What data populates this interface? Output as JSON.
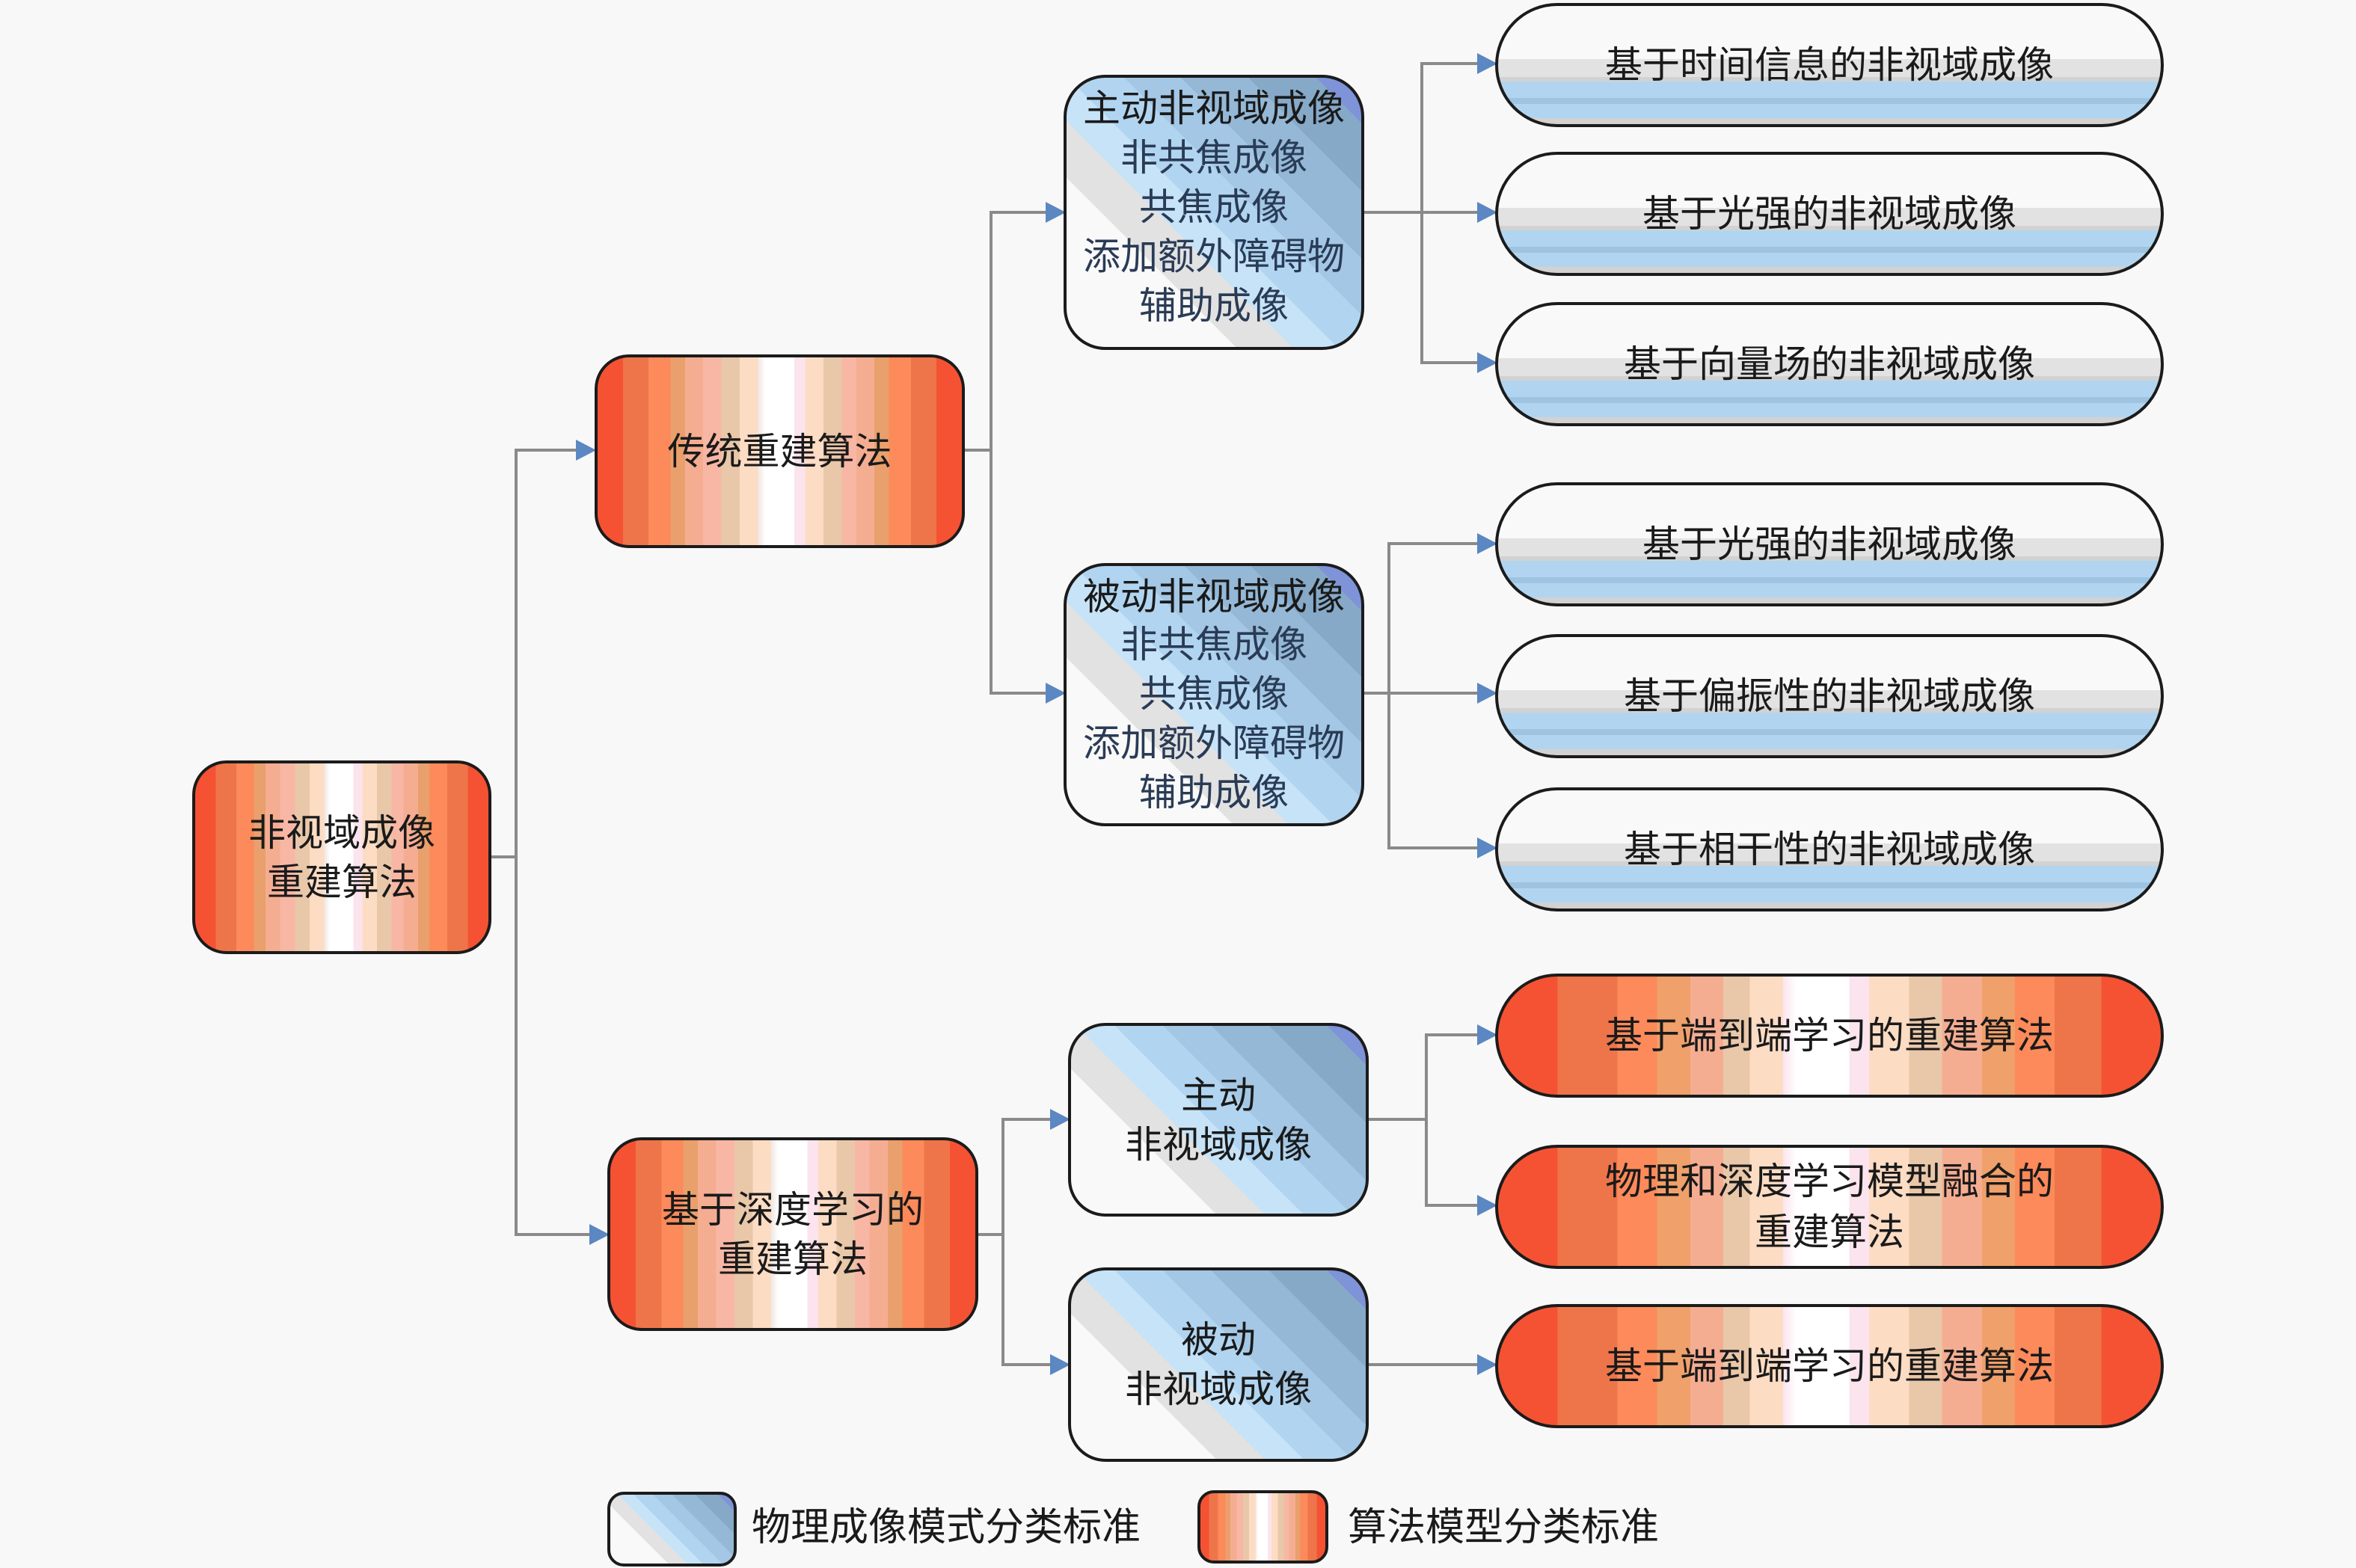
{
  "root": {
    "lines": [
      "非视域成像",
      "重建算法"
    ]
  },
  "traditional": {
    "label": "传统重建算法",
    "active": {
      "title": "主动非视域成像",
      "items": [
        "非共焦成像",
        "共焦成像",
        "添加额外障碍物",
        "辅助成像"
      ],
      "leaves": [
        "基于时间信息的非视域成像",
        "基于光强的非视域成像",
        "基于向量场的非视域成像"
      ]
    },
    "passive": {
      "title": "被动非视域成像",
      "items": [
        "非共焦成像",
        "共焦成像",
        "添加额外障碍物",
        "辅助成像"
      ],
      "leaves": [
        "基于光强的非视域成像",
        "基于偏振性的非视域成像",
        "基于相干性的非视域成像"
      ]
    }
  },
  "deep_learning": {
    "lines": [
      "基于深度学习的",
      "重建算法"
    ],
    "active": {
      "lines": [
        "主动",
        "非视域成像"
      ],
      "leaves": [
        {
          "lines": [
            "基于端到端学习的重建算法"
          ]
        },
        {
          "lines": [
            "物理和深度学习模型融合的",
            "重建算法"
          ]
        }
      ]
    },
    "passive": {
      "lines": [
        "被动",
        "非视域成像"
      ],
      "leaves": [
        {
          "lines": [
            "基于端到端学习的重建算法"
          ]
        }
      ]
    }
  },
  "legend": {
    "physical": "物理成像模式分类标准",
    "algorithm": "算法模型分类标准"
  },
  "colors": {
    "connector": "#8a8a8a",
    "arrow": "#5b87c2",
    "orange_edge": "#f55233",
    "blue_light": "#b1d5f0",
    "background": "#f8f8f8"
  }
}
